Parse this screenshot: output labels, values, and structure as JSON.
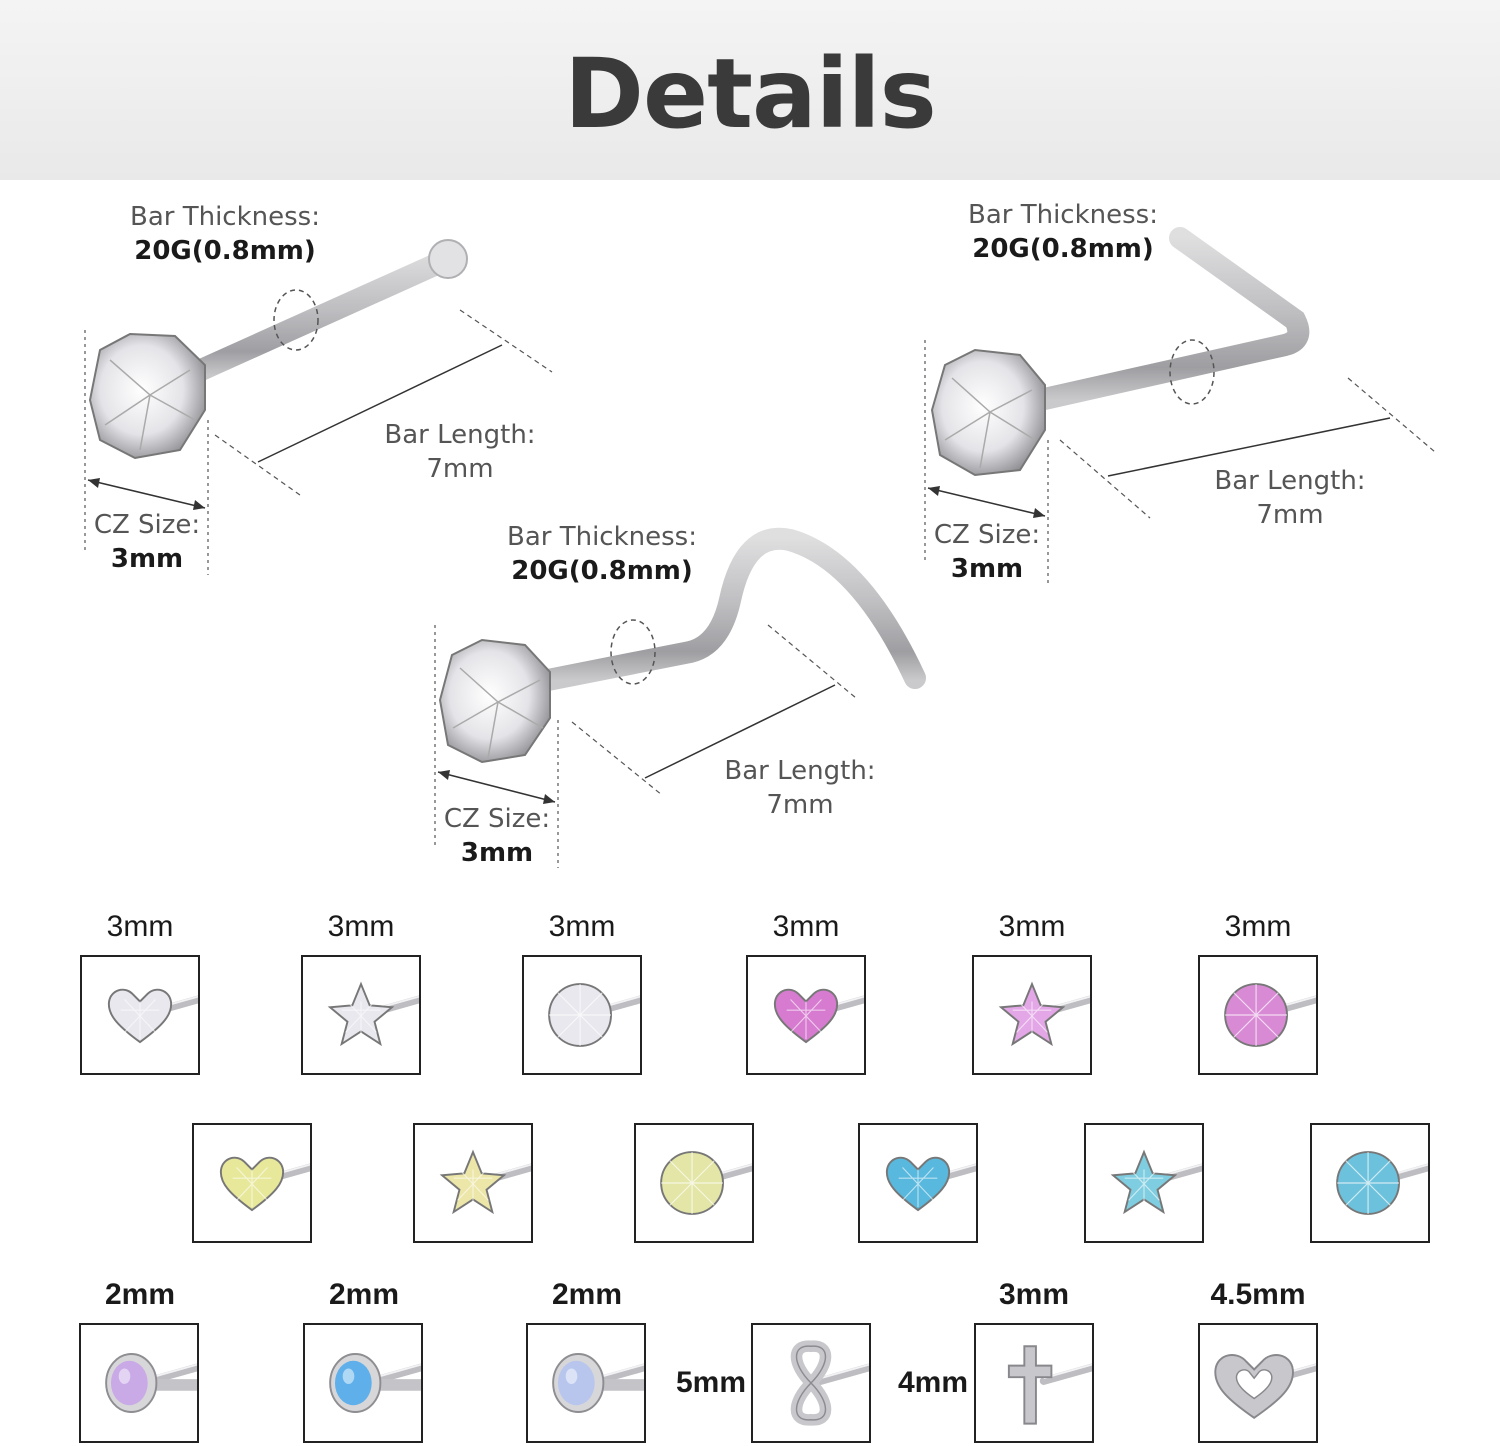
{
  "header": {
    "title": "Details"
  },
  "studs": [
    {
      "thickness_label": "Bar Thickness:",
      "thickness_value": "20G(0.8mm)",
      "length_label": "Bar Length:",
      "length_value": "7mm",
      "cz_label": "CZ Size:",
      "cz_value": "3mm"
    },
    {
      "thickness_label": "Bar Thickness:",
      "thickness_value": "20G(0.8mm)",
      "length_label": "Bar Length:",
      "length_value": "7mm",
      "cz_label": "CZ Size:",
      "cz_value": "3mm"
    },
    {
      "thickness_label": "Bar Thickness:",
      "thickness_value": "20G(0.8mm)",
      "length_label": "Bar Length:",
      "length_value": "7mm",
      "cz_label": "CZ Size:",
      "cz_value": "3mm"
    }
  ],
  "row1": [
    {
      "size": "3mm",
      "shape": "heart",
      "color": "#e8e8ee"
    },
    {
      "size": "3mm",
      "shape": "star",
      "color": "#e8e8ee"
    },
    {
      "size": "3mm",
      "shape": "round",
      "color": "#e8e8ee"
    },
    {
      "size": "3mm",
      "shape": "heart",
      "color": "#d67bd0"
    },
    {
      "size": "3mm",
      "shape": "star",
      "color": "#e3a6e6"
    },
    {
      "size": "3mm",
      "shape": "round",
      "color": "#d88ad5"
    }
  ],
  "row2": [
    {
      "shape": "heart",
      "color": "#e7e89a"
    },
    {
      "shape": "star",
      "color": "#ece6a8"
    },
    {
      "shape": "round",
      "color": "#e3e6a6"
    },
    {
      "shape": "heart",
      "color": "#58b8dd"
    },
    {
      "shape": "star",
      "color": "#7fcde0"
    },
    {
      "shape": "round",
      "color": "#6cc2dc"
    }
  ],
  "row3": [
    {
      "size": "2mm",
      "shape": "opal",
      "color": "#c9a9e6"
    },
    {
      "size": "2mm",
      "shape": "opal",
      "color": "#5fb0ea"
    },
    {
      "size": "2mm",
      "shape": "opal",
      "color": "#b8c6ee"
    },
    {
      "side": "5mm",
      "shape": "infinity",
      "color": "#c8c8cc"
    },
    {
      "size": "3mm",
      "side": "4mm",
      "shape": "cross",
      "color": "#c8c8cc"
    },
    {
      "size": "4.5mm",
      "shape": "heart-outline",
      "color": "#c8c8cc"
    }
  ]
}
